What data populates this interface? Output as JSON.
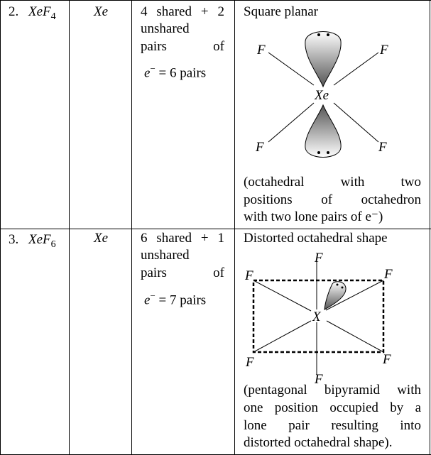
{
  "rows": [
    {
      "number": "2.",
      "formula": "XeF",
      "formula_sub": "4",
      "central_atom": "Xe",
      "pairs_line1": [
        "4",
        "shared",
        "+",
        "2"
      ],
      "pairs_line2": "unshared",
      "pairs_line3": [
        "pairs",
        "of"
      ],
      "pairs_e": "e",
      "pairs_result": "= 6 pairs",
      "shape": "Square planar",
      "diagram": {
        "center": "Xe",
        "ligand": "F"
      },
      "note_lines": [
        [
          "(octahedral",
          "with",
          "two"
        ],
        [
          "positions",
          "of",
          "octahedron"
        ],
        [
          "with two lone pairs of e⁻)"
        ]
      ]
    },
    {
      "number": "3.",
      "formula": "XeF",
      "formula_sub": "6",
      "central_atom": "Xe",
      "pairs_line1": [
        "6",
        "shared",
        "+",
        "1"
      ],
      "pairs_line2": "unshared",
      "pairs_line3": [
        "pairs",
        "of"
      ],
      "pairs_e": "e",
      "pairs_result": "= 7 pairs",
      "shape": "Distorted octahedral shape",
      "diagram": {
        "center": "X",
        "ligand": "F"
      },
      "note_lines": [
        [
          "(pentagonal",
          "bipyramid",
          "with"
        ],
        [
          "one",
          "position",
          "occupied",
          "by",
          "a"
        ],
        [
          "lone",
          "pair",
          "resulting",
          "into"
        ],
        [
          "distorted octahedral shape)."
        ]
      ]
    }
  ]
}
